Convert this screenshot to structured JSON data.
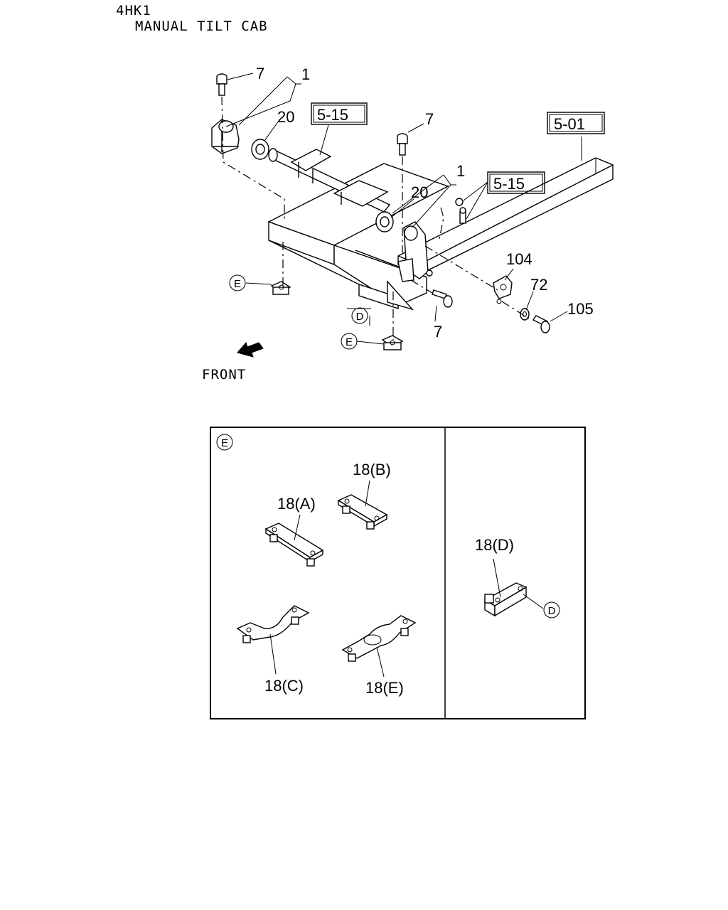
{
  "header": {
    "engine": "4HK1",
    "subtitle": "MANUAL TILT CAB"
  },
  "callouts": {
    "c7_top": "7",
    "c1_top": "1",
    "c20_top": "20",
    "c7_mid": "7",
    "c1_mid": "1",
    "c20_mid": "20",
    "c104": "104",
    "c72": "72",
    "c105": "105",
    "c7_low": "7"
  },
  "references": {
    "ref_515_a": "5-15",
    "ref_501": "5-01",
    "ref_515_b": "5-15"
  },
  "markers": {
    "e_left": "E",
    "e_bottom": "E",
    "d_main": "D",
    "e_inset": "E",
    "d_inset": "D"
  },
  "front_label": "FRONT",
  "inset": {
    "part_a": "18(A)",
    "part_b": "18(B)",
    "part_c": "18(C)",
    "part_e": "18(E)",
    "part_d": "18(D)"
  }
}
